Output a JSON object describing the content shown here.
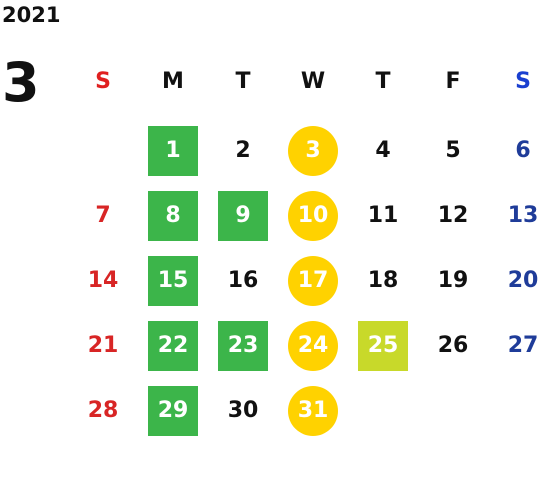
{
  "calendar": {
    "year": "2021",
    "month": "3",
    "weekday_headers": [
      {
        "label": "S",
        "color": "#e02020"
      },
      {
        "label": "M",
        "color": "#111111"
      },
      {
        "label": "T",
        "color": "#111111"
      },
      {
        "label": "W",
        "color": "#111111"
      },
      {
        "label": "T",
        "color": "#111111"
      },
      {
        "label": "F",
        "color": "#111111"
      },
      {
        "label": "S",
        "color": "#1a3fd0"
      }
    ],
    "highlight_styles": {
      "green-square": {
        "bg": "#3cb54a",
        "fg": "#ffffff",
        "shape": "square"
      },
      "yellow-circle": {
        "bg": "#ffd200",
        "fg": "#ffffff",
        "shape": "circle"
      },
      "lime-square": {
        "bg": "#c8d92a",
        "fg": "#ffffff",
        "shape": "square"
      }
    },
    "weeks": [
      [
        {
          "day": ""
        },
        {
          "day": "1",
          "highlight": "green-square"
        },
        {
          "day": "2",
          "color": "#111111"
        },
        {
          "day": "3",
          "highlight": "yellow-circle"
        },
        {
          "day": "4",
          "color": "#111111"
        },
        {
          "day": "5",
          "color": "#111111"
        },
        {
          "day": "6",
          "color": "#1f3c99"
        }
      ],
      [
        {
          "day": "7",
          "color": "#d82525"
        },
        {
          "day": "8",
          "highlight": "green-square"
        },
        {
          "day": "9",
          "highlight": "green-square"
        },
        {
          "day": "10",
          "highlight": "yellow-circle"
        },
        {
          "day": "11",
          "color": "#111111"
        },
        {
          "day": "12",
          "color": "#111111"
        },
        {
          "day": "13",
          "color": "#1f3c99"
        }
      ],
      [
        {
          "day": "14",
          "color": "#d82525"
        },
        {
          "day": "15",
          "highlight": "green-square"
        },
        {
          "day": "16",
          "color": "#111111"
        },
        {
          "day": "17",
          "highlight": "yellow-circle"
        },
        {
          "day": "18",
          "color": "#111111"
        },
        {
          "day": "19",
          "color": "#111111"
        },
        {
          "day": "20",
          "color": "#1f3c99"
        }
      ],
      [
        {
          "day": "21",
          "color": "#d82525"
        },
        {
          "day": "22",
          "highlight": "green-square"
        },
        {
          "day": "23",
          "highlight": "green-square"
        },
        {
          "day": "24",
          "highlight": "yellow-circle"
        },
        {
          "day": "25",
          "highlight": "lime-square"
        },
        {
          "day": "26",
          "color": "#111111"
        },
        {
          "day": "27",
          "color": "#1f3c99"
        }
      ],
      [
        {
          "day": "28",
          "color": "#d82525"
        },
        {
          "day": "29",
          "highlight": "green-square"
        },
        {
          "day": "30",
          "color": "#111111"
        },
        {
          "day": "31",
          "highlight": "yellow-circle"
        },
        {
          "day": ""
        },
        {
          "day": ""
        },
        {
          "day": ""
        }
      ]
    ]
  }
}
